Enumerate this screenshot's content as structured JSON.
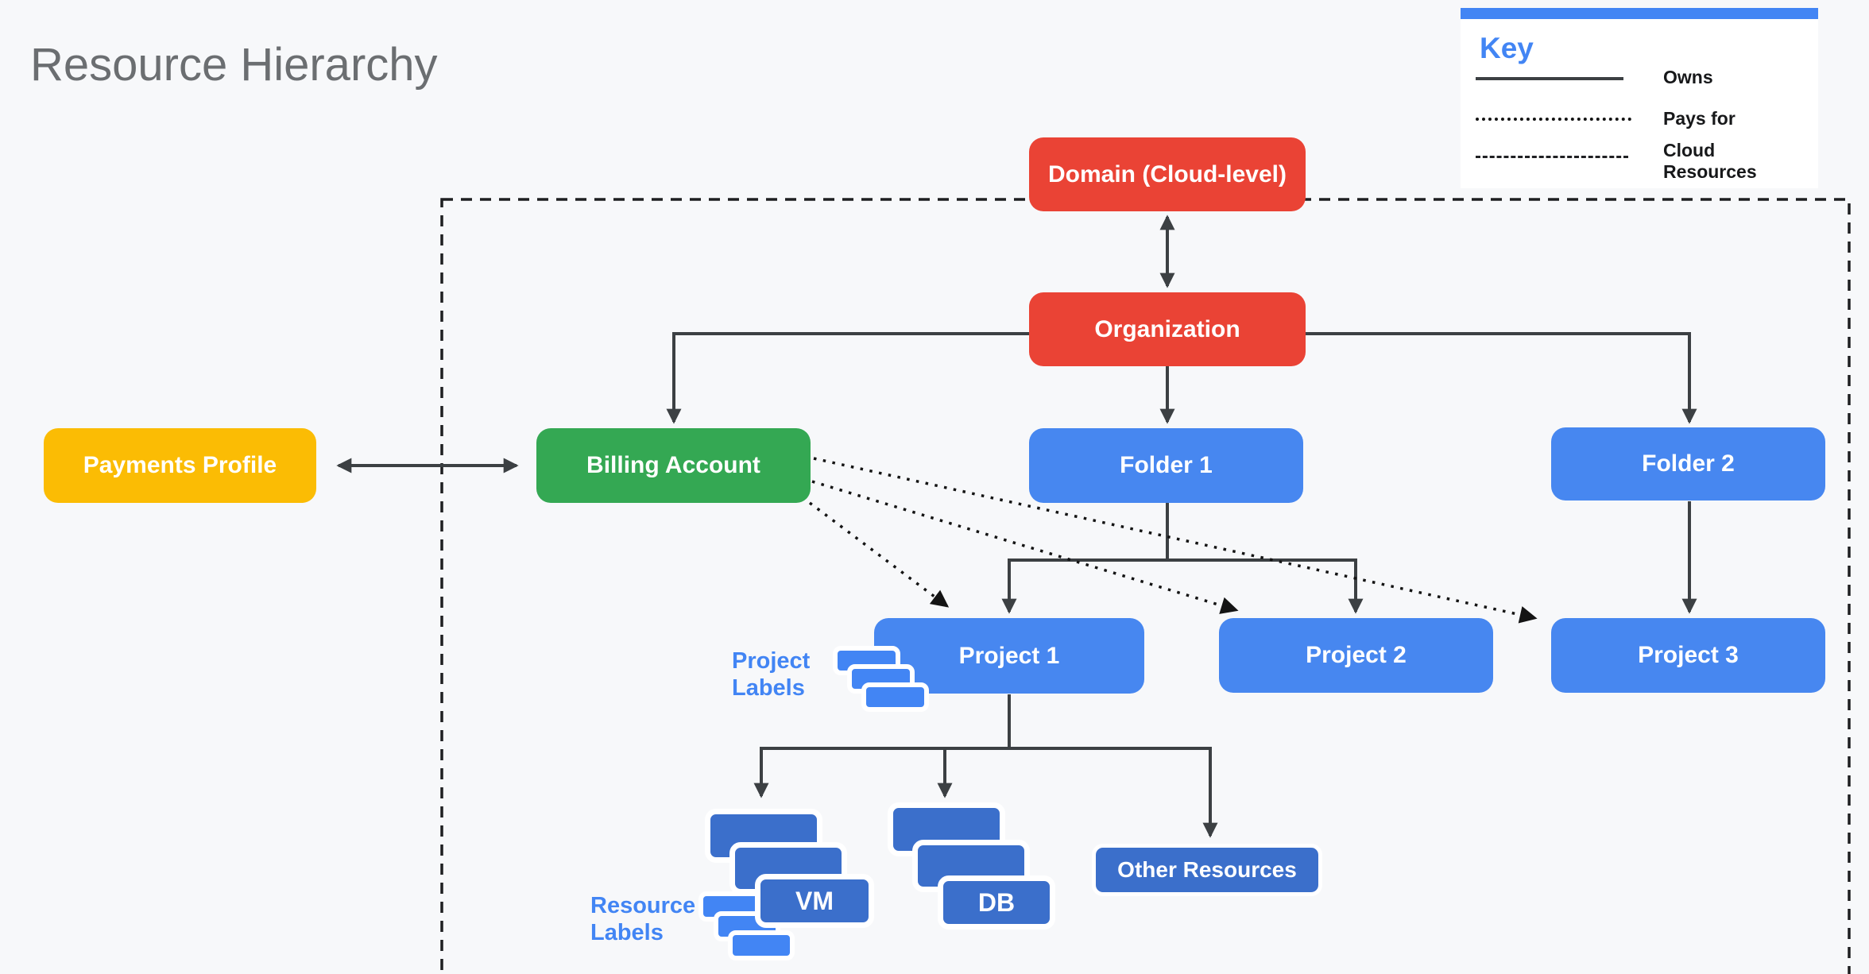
{
  "title": "Resource Hierarchy",
  "key": {
    "heading": "Key",
    "items": [
      {
        "label": "Owns",
        "line_style": "solid"
      },
      {
        "label": "Pays for",
        "line_style": "dotted"
      },
      {
        "label": "Cloud Resources",
        "line_style": "dashed"
      }
    ]
  },
  "nodes": {
    "domain": {
      "label": "Domain (Cloud-level)",
      "color": "#EA4335"
    },
    "organization": {
      "label": "Organization",
      "color": "#EA4335"
    },
    "payments_profile": {
      "label": "Payments Profile",
      "color": "#FBBC04"
    },
    "billing_account": {
      "label": "Billing Account",
      "color": "#34A853"
    },
    "folder_1": {
      "label": "Folder 1",
      "color": "#4787F0"
    },
    "folder_2": {
      "label": "Folder 2",
      "color": "#4787F0"
    },
    "project_1": {
      "label": "Project 1",
      "color": "#4787F0"
    },
    "project_2": {
      "label": "Project 2",
      "color": "#4787F0"
    },
    "project_3": {
      "label": "Project 3",
      "color": "#4787F0"
    },
    "vm_stack": {
      "label": "VM",
      "color": "#3B6FCB"
    },
    "db_stack": {
      "label": "DB",
      "color": "#3B6FCB"
    },
    "other_resources": {
      "label": "Other Resources",
      "color": "#3B6FCB"
    }
  },
  "annotations": {
    "project_labels": "Project Labels",
    "resource_labels": "Resource Labels"
  },
  "colors": {
    "background": "#F7F8FA",
    "accent_blue": "#4285F4",
    "connector_gray": "#3C4043",
    "dotted_black": "#141414",
    "title_gray": "#6B6E71",
    "label_stack_blue": "#3B6FCB"
  }
}
